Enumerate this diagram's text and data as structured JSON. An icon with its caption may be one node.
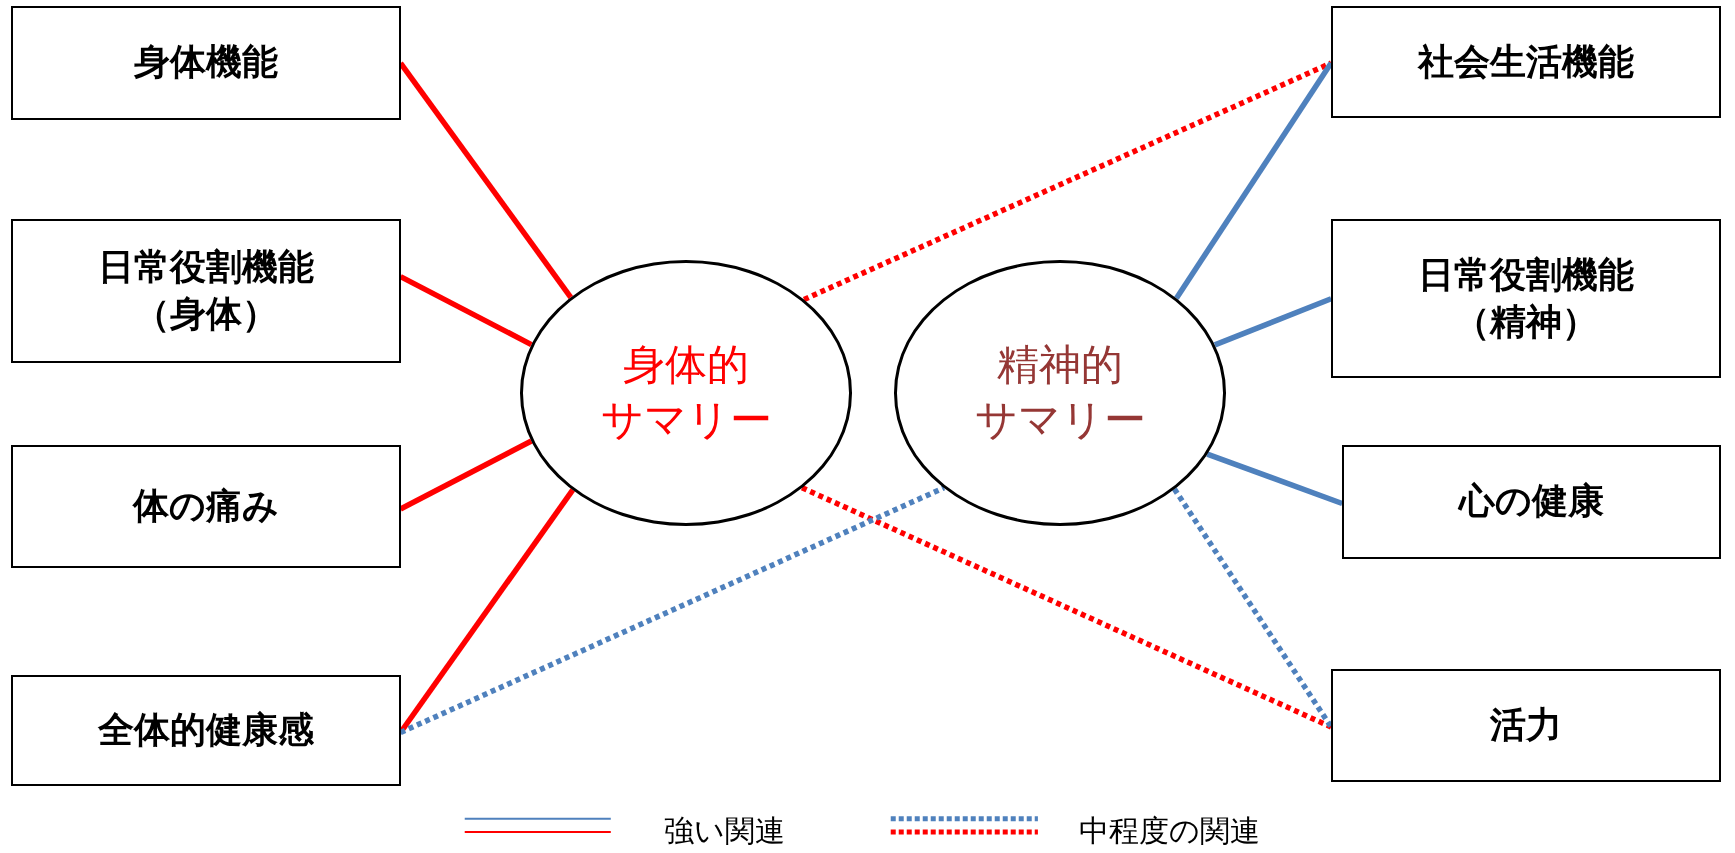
{
  "diagram": {
    "nodes": [
      {
        "text": [
          "身体機能"
        ]
      },
      {
        "text": [
          "日常役割機能（身体）"
        ]
      },
      {
        "text": [
          "体の痛み"
        ]
      },
      {
        "text": [
          "全体的健康感"
        ]
      },
      {
        "text": [
          "身体的サマリー"
        ]
      },
      {
        "text": [
          "精神的サマリー"
        ]
      },
      {
        "text": [
          "社会生活機能"
        ]
      },
      {
        "text": [
          "日常役割機能（精神）"
        ]
      },
      {
        "text": [
          "心の健康"
        ]
      },
      {
        "text": [
          "活力"
        ]
      }
    ],
    "edges": [
      {
        "from": 0,
        "to": 4,
        "arrow": "none"
      },
      {
        "from": 1,
        "to": 4,
        "arrow": "none"
      },
      {
        "from": 2,
        "to": 4,
        "arrow": "none"
      },
      {
        "from": 3,
        "to": 4,
        "arrow": "none"
      },
      {
        "from": 4,
        "to": 6,
        "arrow": "none",
        "style": "dashed"
      },
      {
        "from": 4,
        "to": 9,
        "arrow": "none",
        "style": "dashed"
      },
      {
        "from": 5,
        "to": 6,
        "arrow": "none",
        "color": "#4f81bd"
      },
      {
        "from": 5,
        "to": 7,
        "arrow": "none",
        "color": "#4f81bd"
      },
      {
        "from": 5,
        "to": 8,
        "arrow": "none",
        "color": "#4f81bd"
      },
      {
        "from": 3,
        "to": 5,
        "arrow": "none",
        "style": "dashed",
        "color": "#4f81bd"
      },
      {
        "from": 5,
        "to": 9,
        "arrow": "none",
        "style": "dashed",
        "color": "#4f81bd"
      }
    ],
    "legend": [
      {
        "text": "強い関連"
      },
      {
        "text": "中程度の関連"
      }
    ]
  }
}
